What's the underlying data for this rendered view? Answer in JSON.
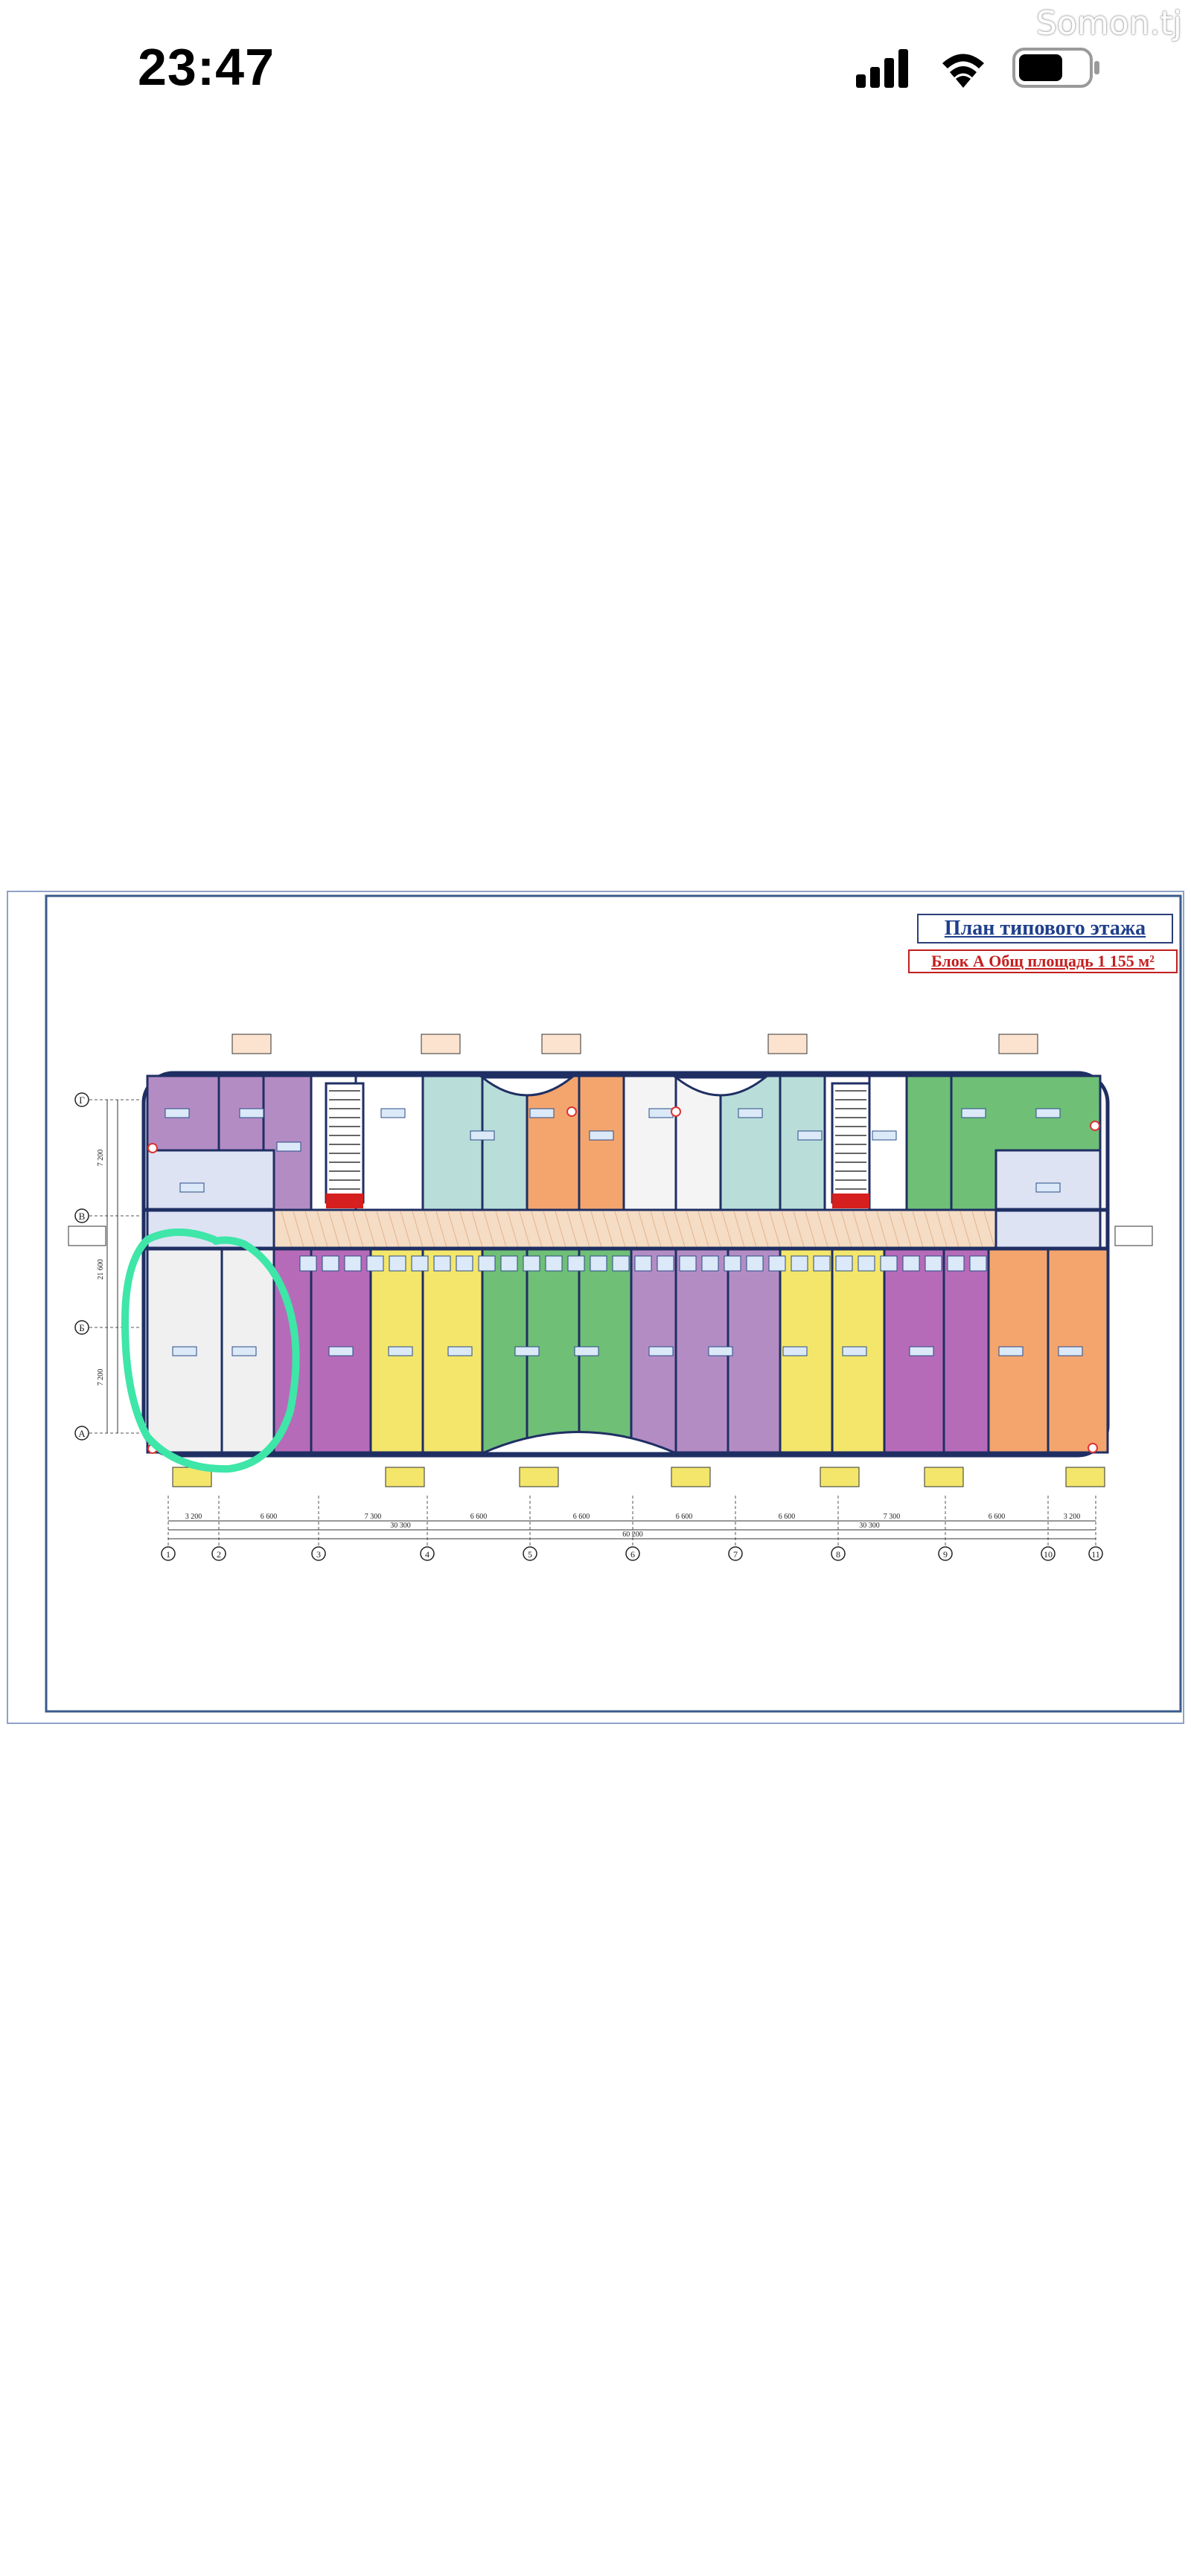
{
  "status_bar": {
    "time": "23:47",
    "icons": [
      "signal-icon",
      "wifi-icon",
      "battery-icon"
    ]
  },
  "watermark": "Somon.tj",
  "plan": {
    "title": "План типового этажа",
    "subtitle": "Блок А Общ площадь 1 155 м²",
    "axes_rows": [
      "Г",
      "В",
      "Б",
      "А"
    ],
    "axes_cols": [
      "1",
      "2",
      "3",
      "4",
      "5",
      "6",
      "7",
      "8",
      "9",
      "10",
      "11"
    ],
    "dims_top": [
      "3 200",
      "6 600",
      "7 300",
      "6 600",
      "6 600",
      "6 600",
      "6 600",
      "7 300",
      "6 600",
      "3 200"
    ],
    "dims_mid": [
      "30 300",
      "30 300"
    ],
    "dims_total": "60 200",
    "dims_left": [
      "7 200",
      "21 600",
      "7 200"
    ],
    "highlight_color": "#3ee6a8",
    "colors": {
      "purple": "#b48cc4",
      "magenta": "#b66bb8",
      "teal": "#b9ddd9",
      "orange": "#f4a56d",
      "green": "#6fbf77",
      "yellow": "#f3e66b",
      "lavender": "#dde3f3",
      "grey": "#f0f0f0",
      "corridor": "#f5dcc4",
      "wall": "#1f2f63"
    }
  }
}
